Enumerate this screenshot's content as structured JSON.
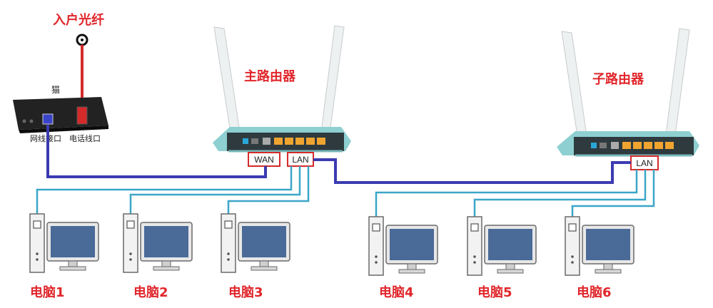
{
  "labels": {
    "fiber": "入户光纤",
    "modem": "猫",
    "modem_network_port": "网线接口",
    "modem_phone_port": "电话线口",
    "main_router": "主路由器",
    "sub_router": "子路由器",
    "wan": "WAN",
    "lan_main": "LAN",
    "lan_sub": "LAN"
  },
  "computers": [
    {
      "label": "电脑1"
    },
    {
      "label": "电脑2"
    },
    {
      "label": "电脑3"
    },
    {
      "label": "电脑4"
    },
    {
      "label": "电脑5"
    },
    {
      "label": "电脑6"
    }
  ],
  "colors": {
    "label_red": "#e0262b",
    "fiber_cable": "#d42a2a",
    "uplink_cable": "#3b3bb0",
    "lan_cable": "#3aa6c8",
    "router_body": "#8ecfd1",
    "port_orange": "#f0a430",
    "monitor_screen": "#4a6a98"
  },
  "icons": {
    "modem": "modem-device-icon",
    "router": "wifi-router-icon",
    "computer": "desktop-computer-icon",
    "fiber_jack": "fiber-jack-icon"
  }
}
